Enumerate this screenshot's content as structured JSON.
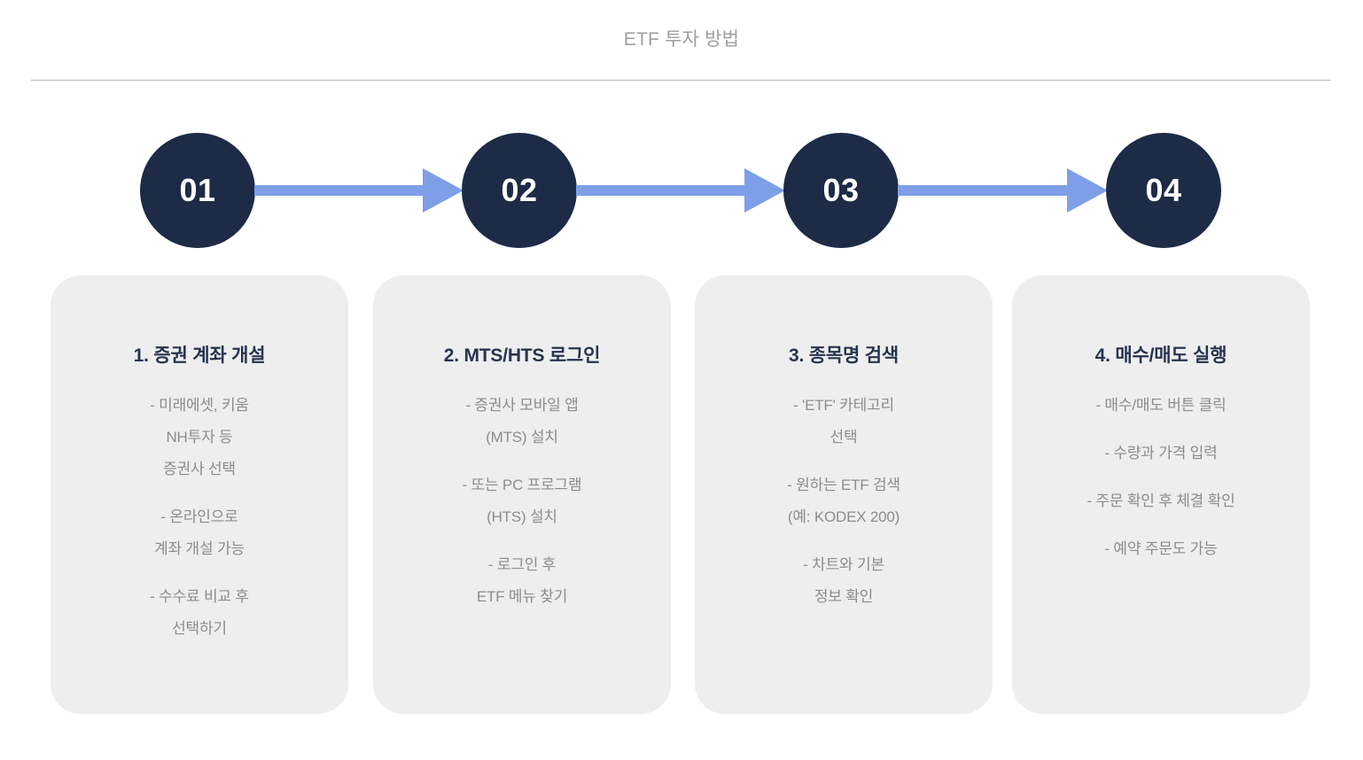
{
  "header": {
    "title": "ETF 투자 방법"
  },
  "colors": {
    "circle_bg": "#1e2b46",
    "circle_text": "#ffffff",
    "arrow": "#7e9fe8",
    "card_bg": "#eeeeee",
    "card_title": "#27344f",
    "card_body": "#8c8c8c",
    "page_title": "#9e9e9e",
    "divider": "#b8b8b8"
  },
  "steps": [
    {
      "number": "01",
      "title": "1. 증권 계좌 개설",
      "blocks": [
        "- 미래에셋, 키움\nNH투자 등\n증권사 선택",
        "- 온라인으로\n계좌 개설 가능",
        "- 수수료 비교 후\n선택하기"
      ]
    },
    {
      "number": "02",
      "title": "2. MTS/HTS 로그인",
      "blocks": [
        "- 증권사 모바일 앱\n(MTS) 설치",
        "- 또는 PC 프로그램\n(HTS) 설치",
        "- 로그인 후\nETF 메뉴 찾기"
      ]
    },
    {
      "number": "03",
      "title": "3. 종목명 검색",
      "blocks": [
        "- 'ETF' 카테고리\n선택",
        "- 원하는 ETF 검색\n(예: KODEX 200)",
        "- 차트와 기본\n정보 확인"
      ]
    },
    {
      "number": "04",
      "title": "4. 매수/매도 실행",
      "blocks": [
        "- 매수/매도 버튼 클릭",
        "- 수량과 가격 입력",
        "- 주문 확인 후 체결 확인",
        "- 예약 주문도 가능"
      ]
    }
  ]
}
